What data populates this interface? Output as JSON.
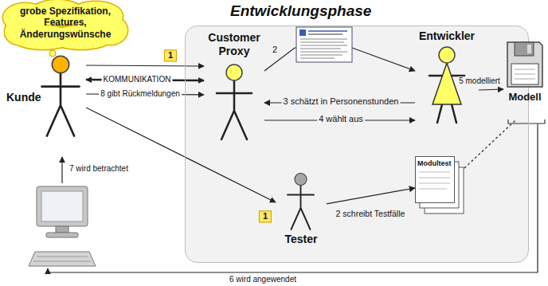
{
  "diagram": {
    "nodes": [
      {
        "text": [
          "grobe Spezifikation, Features, Änderungswünsche"
        ]
      },
      {
        "text": [
          "Entwicklungsphase"
        ]
      },
      {
        "text": [
          "Kunde"
        ]
      },
      {
        "text": [
          "Customer Proxy"
        ],
        "in": 1
      },
      {
        "text": [
          "Entwickler"
        ],
        "in": 1
      },
      {
        "text": [
          "Tester"
        ],
        "in": 1
      },
      {
        "text": [
          "Modultest"
        ],
        "in": 1
      },
      {
        "text": [
          "Modell"
        ]
      }
    ],
    "edges": [
      {
        "from": 2,
        "to": 3,
        "arrow": "to",
        "label": "1"
      },
      {
        "from": 2,
        "to": 3,
        "arrow": "both",
        "label": "KOMMUNIKATION"
      },
      {
        "from": 2,
        "to": 3,
        "arrow": "to",
        "label": "8 gibt Rückmeldungen"
      },
      {
        "from": 2,
        "to": 5,
        "arrow": "to",
        "label": "1"
      },
      {
        "from": 3,
        "to": 4,
        "arrow": "to",
        "label": "2"
      },
      {
        "from": 4,
        "to": 3,
        "arrow": "to",
        "label": "3 schätzt in Personenstunden"
      },
      {
        "from": 3,
        "to": 4,
        "arrow": "to",
        "label": "4 wählt aus"
      },
      {
        "from": 4,
        "to": 7,
        "arrow": "to",
        "label": "5 modelliert"
      },
      {
        "from": 5,
        "to": 6,
        "arrow": "to",
        "label": "2 schreibt Testfälle"
      },
      {
        "from": 6,
        "to": 7,
        "arrow": "none"
      }
    ],
    "labels": [
      "6 wird angewendet",
      "7 wird betrachtet"
    ]
  }
}
